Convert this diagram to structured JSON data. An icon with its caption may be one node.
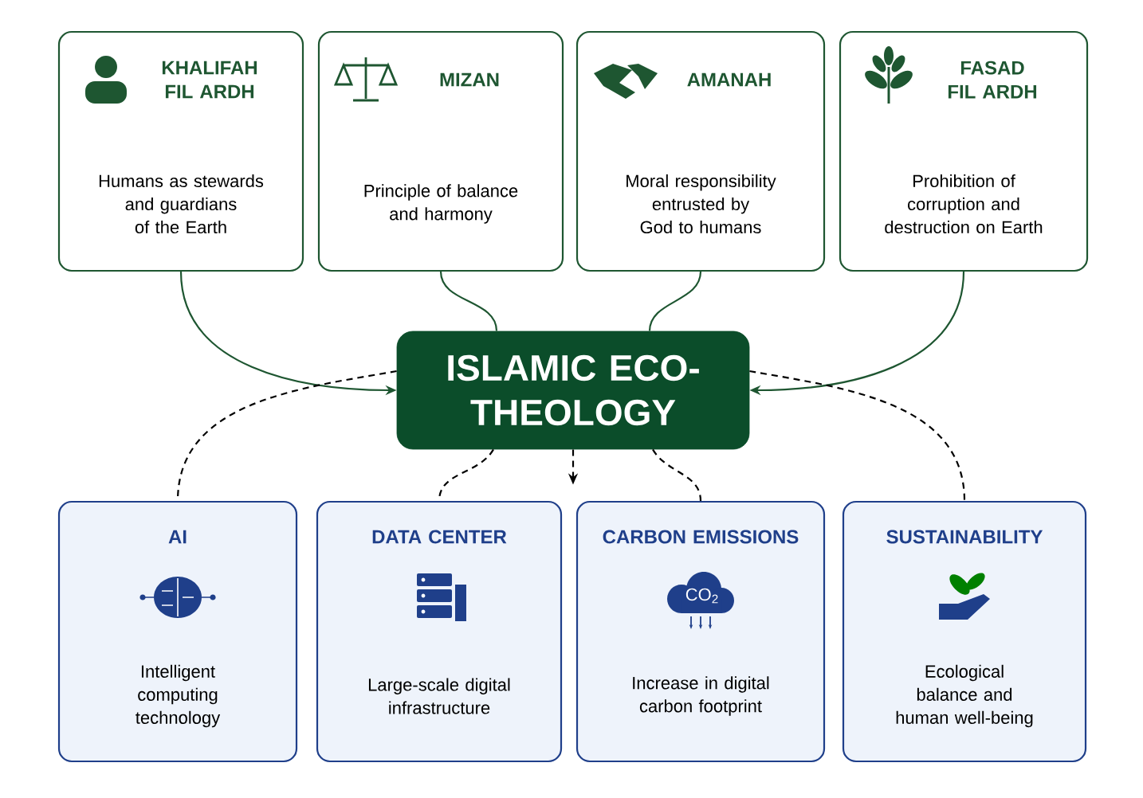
{
  "diagram": {
    "nodes": [
      {
        "text": [
          "KHALIFAH FIL ARDH",
          "Humans as stewards and guardians of the Earth"
        ]
      },
      {
        "text": [
          "MIZAN",
          "Principle of balance and harmony"
        ]
      },
      {
        "text": [
          "AMANAH",
          "Moral responsibility entrusted by God to humans"
        ]
      },
      {
        "text": [
          "FASAD FIL ARDH",
          "Prohibition of corruption and destruction on Earth"
        ]
      },
      {
        "text": [
          "ISLAMIC ECO-THEOLOGY"
        ]
      },
      {
        "text": [
          "AI",
          "Intelligent computing technology"
        ]
      },
      {
        "text": [
          "DATA CENTER",
          "Large-scale digital infrastructure"
        ]
      },
      {
        "text": [
          "CARBON EMISSIONS",
          "CO$_{2}$",
          "Increase in digital carbon footprint"
        ]
      },
      {
        "text": [
          "SUSTAINABILITY",
          "Ecological balance and human well-being"
        ]
      }
    ],
    "edges": [
      {
        "from": 0,
        "to": 4,
        "arrow": "to"
      },
      {
        "from": 1,
        "to": 4,
        "arrow": "none"
      },
      {
        "from": 2,
        "to": 4,
        "arrow": "none"
      },
      {
        "from": 3,
        "to": 4,
        "arrow": "to"
      },
      {
        "from": 4,
        "to": 5,
        "arrow": "none",
        "style": "dashed"
      },
      {
        "from": 4,
        "to": 6,
        "arrow": "none",
        "style": "dashed"
      },
      {
        "from": 4,
        "to": null,
        "arrow": "to",
        "style": "dashed"
      },
      {
        "from": 4,
        "to": 7,
        "arrow": "none",
        "style": "dashed"
      },
      {
        "from": 4,
        "to": 8,
        "arrow": "none",
        "style": "dashed"
      }
    ]
  }
}
